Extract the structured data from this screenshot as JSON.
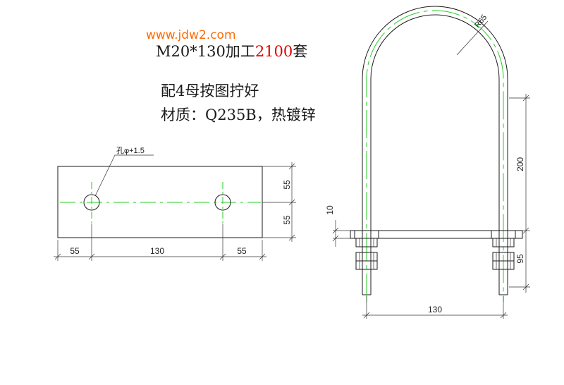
{
  "watermark": {
    "text": "www.jdw2.com",
    "color": "#ff6a00"
  },
  "title": {
    "part1": "M20*130加工",
    "highlight": "2100",
    "part2": "套",
    "highlight_color": "#e00000"
  },
  "notes": {
    "line1": "配4母按图拧好",
    "line2": "材质：Q235B，热镀锌"
  },
  "plate_view": {
    "hole_label": "孔φ+1.5",
    "dims": {
      "left": "55",
      "middle": "130",
      "right": "55",
      "top": "55",
      "bottom": "55"
    }
  },
  "bolt_view": {
    "radius_label": "R65",
    "dims": {
      "leg": "200",
      "thickness": "10",
      "thread": "95",
      "width": "130"
    }
  },
  "colors": {
    "line": "#1a1a1a",
    "centerline": "#22cc22"
  }
}
